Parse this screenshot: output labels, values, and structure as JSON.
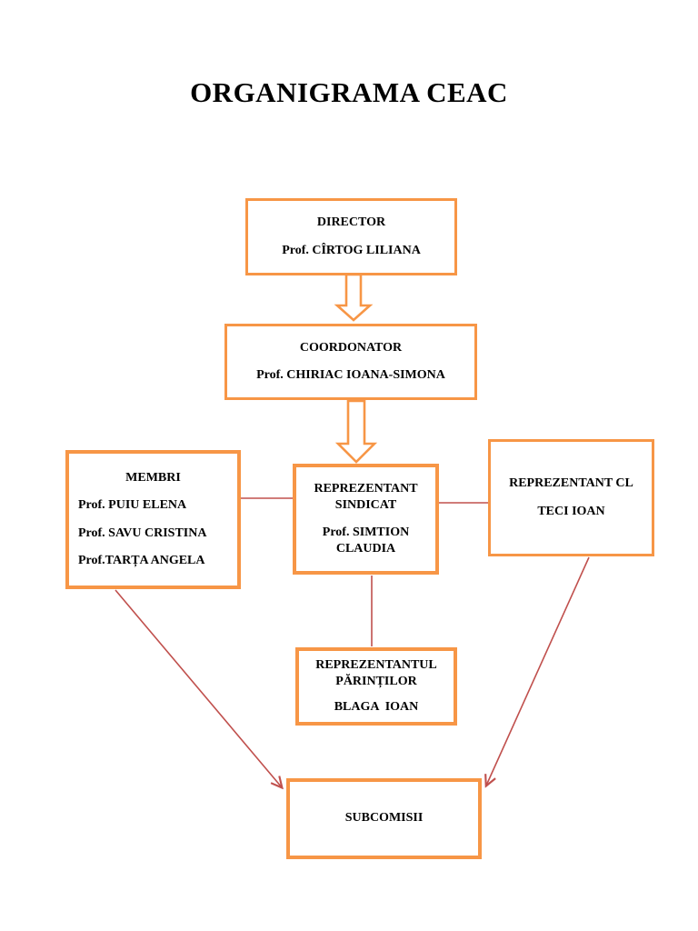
{
  "title": "ORGANIGRAMA CEAC",
  "colors": {
    "box_border": "#F79646",
    "connector": "#C0504D",
    "text": "#000000",
    "background": "#FFFFFF"
  },
  "nodes": {
    "director": {
      "role": "DIRECTOR",
      "person": "Prof. CÎRTOG LILIANA"
    },
    "coordonator": {
      "role": "COORDONATOR",
      "person": "Prof. CHIRIAC IOANA-SIMONA"
    },
    "membri": {
      "role": "MEMBRI",
      "members": [
        "Prof. PUIU ELENA",
        "Prof. SAVU CRISTINA",
        "Prof.TARȚA ANGELA"
      ]
    },
    "reprezentant_sindicat": {
      "role": "REPREZENTANT SINDICAT",
      "person": "Prof. SIMTION CLAUDIA"
    },
    "reprezentant_cl": {
      "role": "REPREZENTANT CL",
      "person": "TECI IOAN"
    },
    "reprezentantul_parintilor": {
      "role": "REPREZENTANTUL PĂRINȚILOR",
      "person": "BLAGA  IOAN"
    },
    "subcomisii": {
      "role": "SUBCOMISII"
    }
  }
}
